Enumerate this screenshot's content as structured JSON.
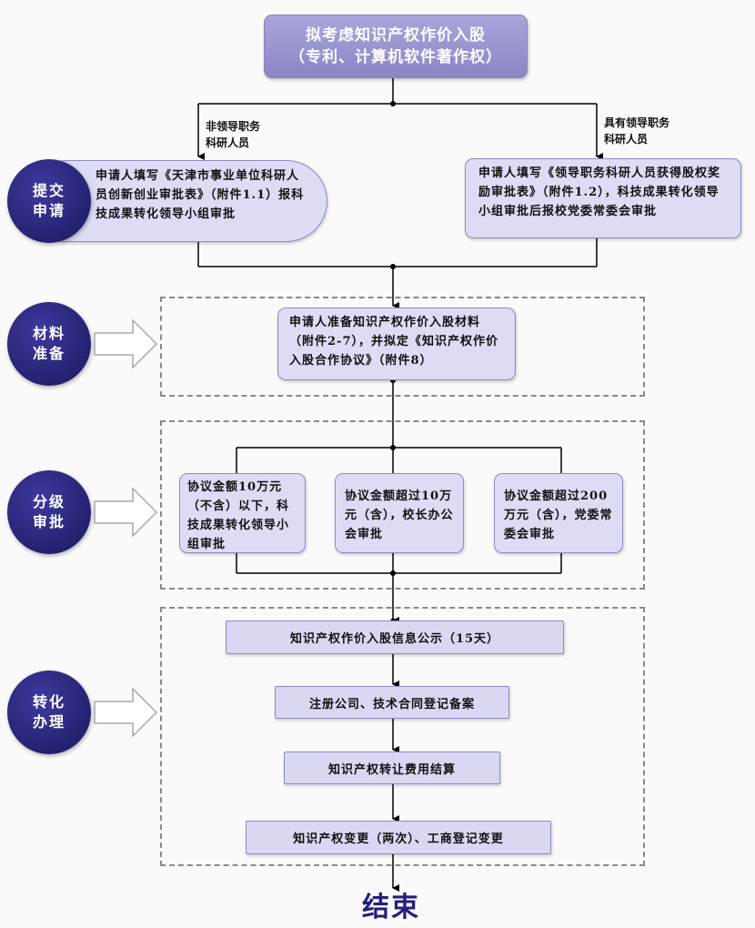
{
  "title": {
    "line1": "拟考虑知识产权作价入股",
    "line2": "（专利、计算机软件著作权）"
  },
  "branches": {
    "left_label_1": "非领导职务",
    "left_label_2": "科研人员",
    "right_label_1": "具有领导职务",
    "right_label_2": "科研人员"
  },
  "stages": {
    "submit": {
      "line1": "提交",
      "line2": "申请"
    },
    "materials": {
      "line1": "材料",
      "line2": "准备"
    },
    "approval": {
      "line1": "分级",
      "line2": "审批"
    },
    "transfer": {
      "line1": "转化",
      "line2": "办理"
    }
  },
  "submit_left": "申请人填写《天津市事业单位科研人员创新创业审批表》（附件1.1）报科技成果转化领导小组审批",
  "submit_right": "申请人填写《领导职务科研人员获得股权奖励审批表》（附件1.2），科技成果转化领导小组审批后报校党委常委会审批",
  "materials_box": "申请人准备知识产权作价入股材料（附件2-7），并拟定《知识产权作价入股合作协议》（附件8）",
  "approval_levels": [
    "协议金额10万元（不含）以下，科技成果转化领导小组审批",
    "协议金额超过10万元（含），校长办公会审批",
    "协议金额超过200万元（含），党委常委会审批"
  ],
  "transfer_steps": [
    "知识产权作价入股信息公示（15天）",
    "注册公司、技术合同登记备案",
    "知识产权转让费用结算",
    "知识产权变更（两次）、工商登记变更"
  ],
  "end_label": "结束",
  "colors": {
    "circle": "#23206c",
    "box_fill": "#dcdcf5",
    "title_fill": "#9a97d2",
    "end_text": "#23207a"
  }
}
